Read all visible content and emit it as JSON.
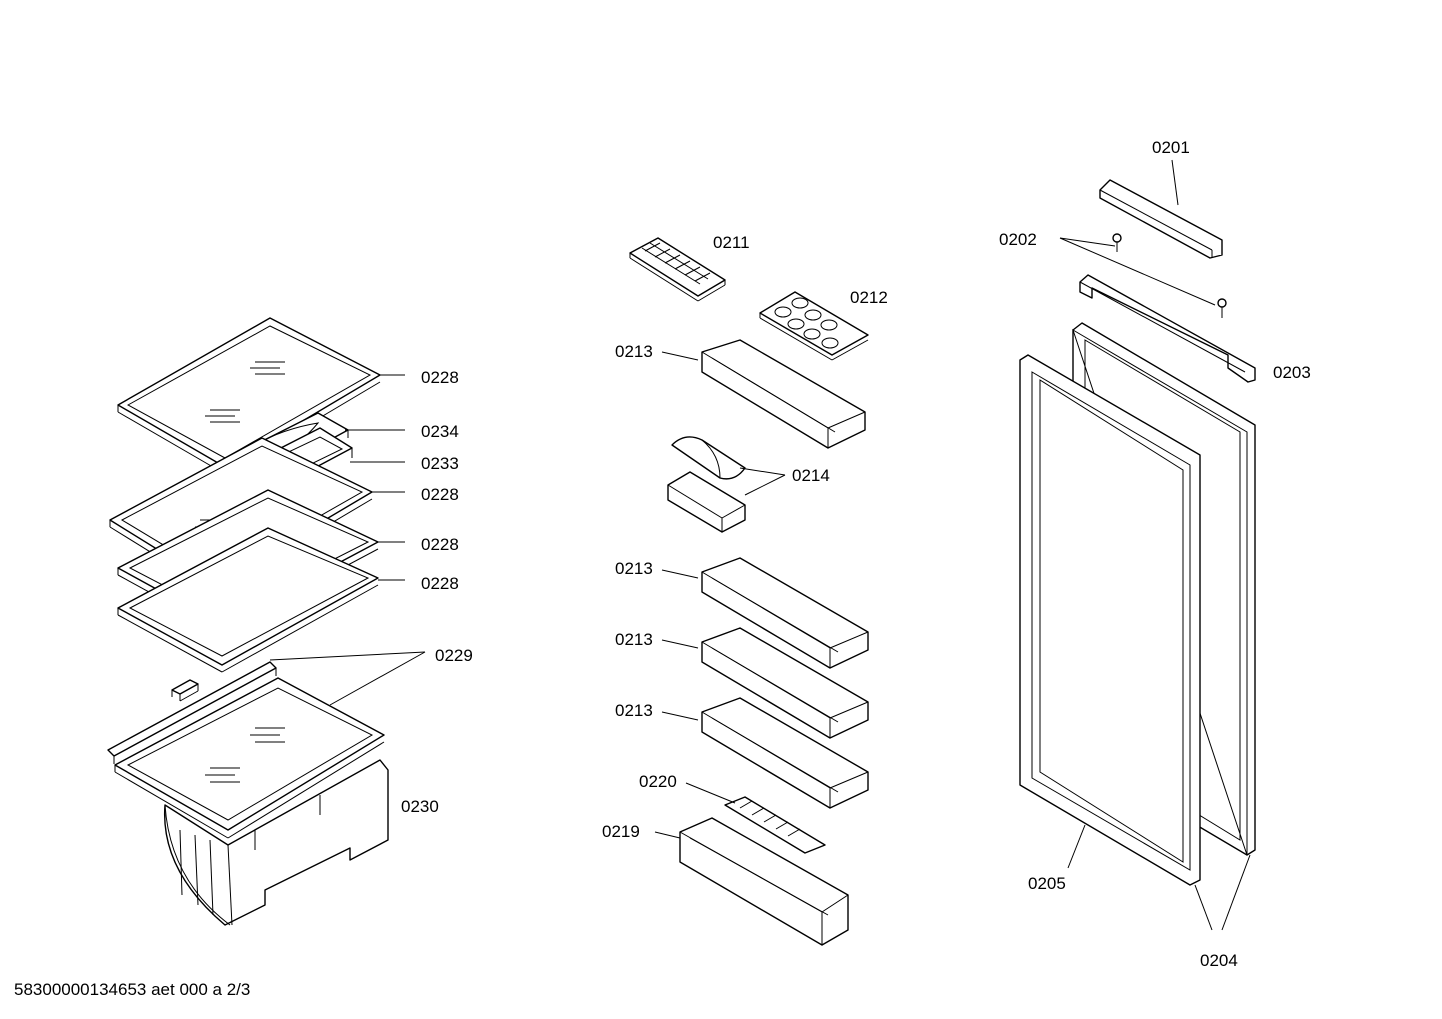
{
  "labels": {
    "l0201": "0201",
    "l0202": "0202",
    "l0203": "0203",
    "l0204": "0204",
    "l0205": "0205",
    "l0211": "0211",
    "l0212": "0212",
    "l0213a": "0213",
    "l0213b": "0213",
    "l0213c": "0213",
    "l0213d": "0213",
    "l0214": "0214",
    "l0219": "0219",
    "l0220": "0220",
    "l0228a": "0228",
    "l0228b": "0228",
    "l0228c": "0228",
    "l0228d": "0228",
    "l0229": "0229",
    "l0230": "0230",
    "l0233": "0233",
    "l0234": "0234"
  },
  "footer": {
    "doc_id": "58300000134653 aet 000 a 2/3"
  },
  "colors": {
    "line": "#000000",
    "background": "#ffffff"
  }
}
